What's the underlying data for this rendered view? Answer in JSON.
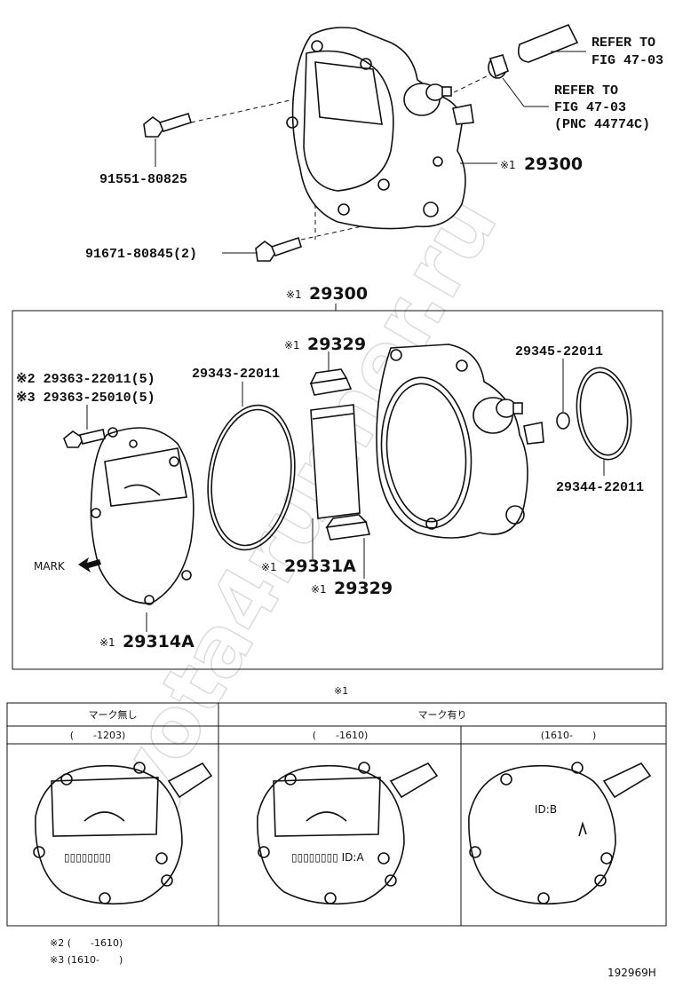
{
  "watermark": "toyota4runner.ru",
  "top": {
    "refer1_line1": "REFER TO",
    "refer1_line2": "FIG 47-03",
    "refer2_line1": "REFER TO",
    "refer2_line2": "FIG 47-03",
    "refer2_line3": "(PNC 44774C)",
    "bolt1": "91551-80825",
    "bolt2": "91671-80845(2)",
    "pump_prefix": "※1",
    "pump_no": "29300"
  },
  "box": {
    "title_prefix": "※1",
    "title_no": "29300",
    "screw_a": "※2 29363-22011(5)",
    "screw_b": "※3 29363-25010(5)",
    "oring_big": "29343-22011",
    "cap_top_prefix": "※1",
    "cap_top_no": "29329",
    "valve_prefix": "※1",
    "valve_no": "29331A",
    "cap_bottom_prefix": "※1",
    "cap_bottom_no": "29329",
    "cover_prefix": "※1",
    "cover_no": "29314A",
    "mark_label": "MARK",
    "small_oring": "29345-22011",
    "oring_right": "29344-22011"
  },
  "table": {
    "caption": "※1",
    "header_left": "マーク無し",
    "header_right": "マーク有り",
    "col1_range": "(　　-1203)",
    "col2_range": "(　　-1610)",
    "col3_range": "(1610-　　)",
    "col1_code": "▯▯▯▯▯▯▯▯",
    "col2_code": "▯▯▯▯▯▯▯▯ ID:A",
    "col3_code": "ID:B"
  },
  "notes": {
    "note2": "※2 (　　-1610)",
    "note3": "※3 (1610-　　)"
  },
  "figure_id": "192969H"
}
